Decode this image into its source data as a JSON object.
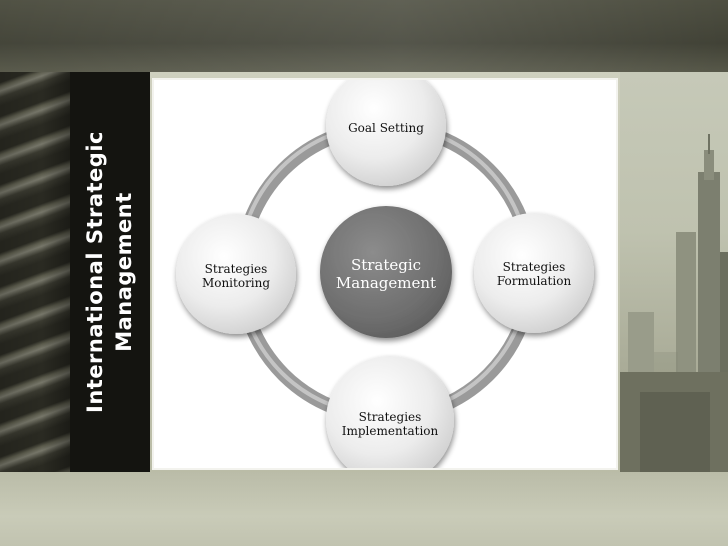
{
  "slide": {
    "title_line1": "International Strategic",
    "title_line2": "Management"
  },
  "diagram": {
    "center": {
      "line1": "Strategic",
      "line2": "Management"
    },
    "nodes": {
      "top": {
        "line1": "Goal Setting"
      },
      "right": {
        "line1": "Strategies",
        "line2": "Formulation"
      },
      "bottom": {
        "line1": "Strategies",
        "line2": "Implementation"
      },
      "left": {
        "line1": "Strategies",
        "line2": "Monitoring"
      }
    }
  },
  "colors": {
    "ring": "#8a8a8a",
    "center_fill": "#6f6f6f",
    "node_fill": "#e8e8e8",
    "title_bar": "#141410"
  }
}
